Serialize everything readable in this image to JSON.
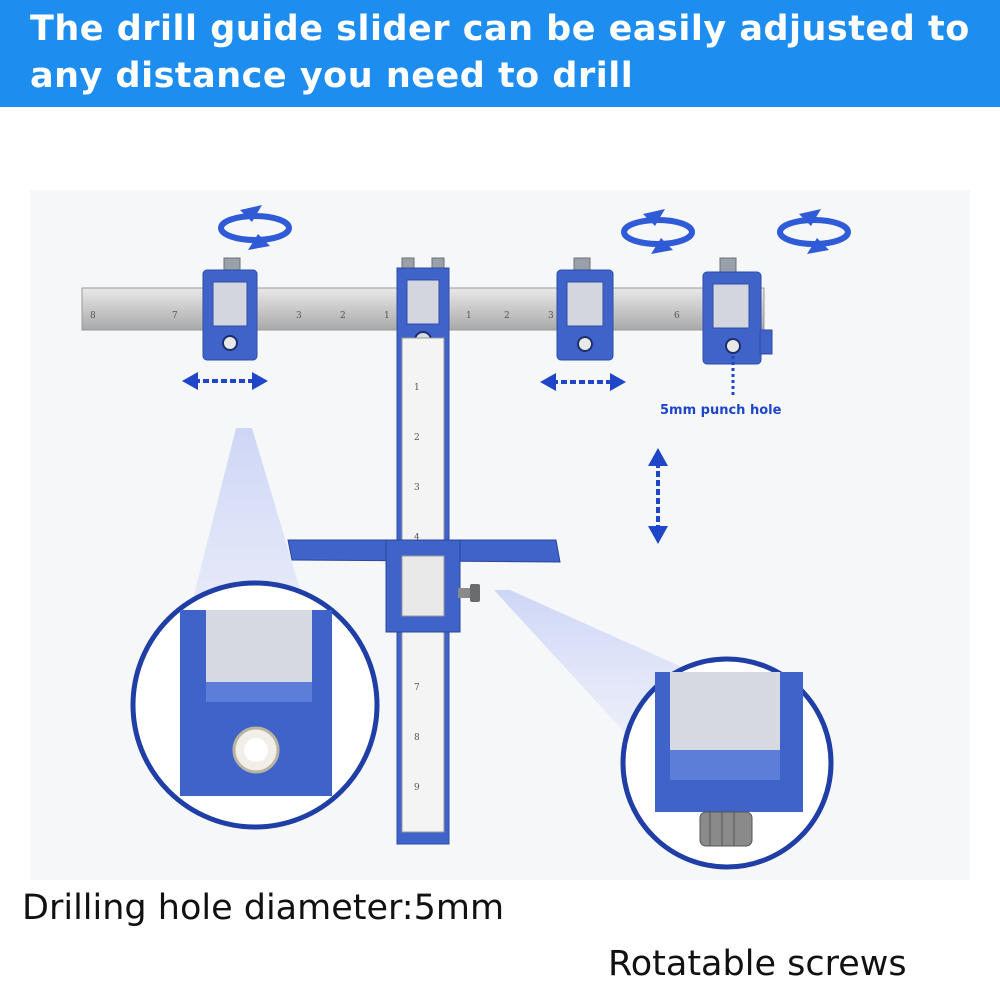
{
  "headline": "The drill guide slider can be easily adjusted to any distance you need to drill",
  "callout_punch": "5mm punch hole",
  "caption_drill": "Drilling hole diameter:5mm",
  "caption_rotate": "Rotatable screws",
  "colors": {
    "banner": "#1d8df0",
    "guide_blue": "#3f63c8",
    "arrow_blue": "#1f45c9",
    "ruler_steel": "#cfcfcf"
  },
  "icons": [
    "rotate-arrows-icon",
    "double-arrow-horizontal-icon",
    "double-arrow-vertical-icon"
  ]
}
